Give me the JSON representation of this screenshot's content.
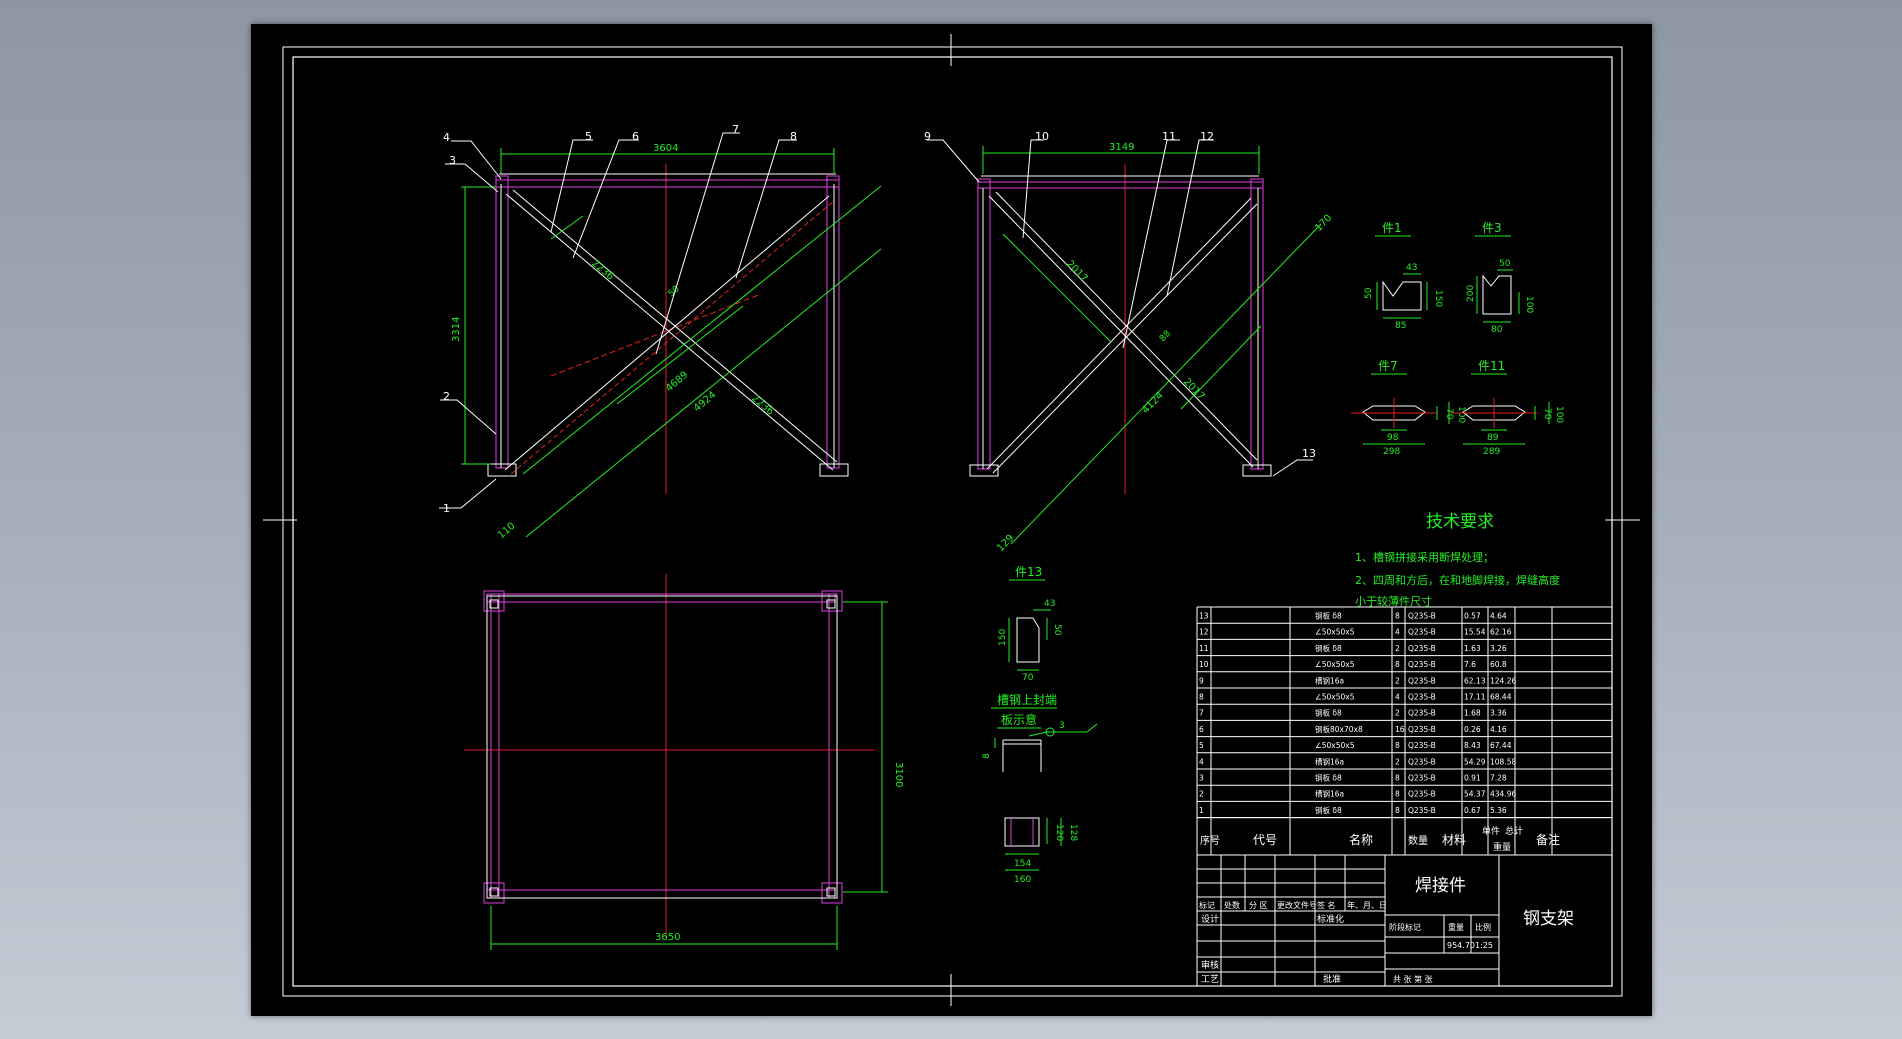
{
  "colors": {
    "background": "#000000",
    "frame": "#ffffff",
    "dimension": "#22ee22",
    "centerline": "#e02020",
    "member": "#e040e0",
    "text": "#ffffff",
    "sheet_bg": "#a8b1bd"
  },
  "front_view": {
    "balloons": [
      "1",
      "2",
      "3",
      "4",
      "5",
      "6",
      "7",
      "8"
    ],
    "dims": {
      "width": "3604",
      "height": "3314",
      "diag_total": "4924",
      "diag_inner": "4689",
      "half_a": "2236",
      "half_b": "2236",
      "end": "110",
      "small": "50"
    }
  },
  "side_view": {
    "balloons": [
      "9",
      "10",
      "11",
      "12",
      "13"
    ],
    "dims": {
      "width": "3149",
      "diag_total": "4124",
      "half_a": "2017",
      "half_b": "2017",
      "end_a": "170",
      "end_b": "129",
      "small": "88"
    }
  },
  "plan_view": {
    "dims": {
      "width": "3650",
      "height": "3100"
    }
  },
  "details": {
    "part1": {
      "title": "件1",
      "dims": [
        "43",
        "50",
        "150",
        "85"
      ]
    },
    "part3": {
      "title": "件3",
      "dims": [
        "50",
        "200",
        "100",
        "80"
      ]
    },
    "part7": {
      "title": "件7",
      "dims": [
        "70",
        "100",
        "98",
        "298"
      ]
    },
    "part11": {
      "title": "件11",
      "dims": [
        "70",
        "100",
        "89",
        "289"
      ]
    },
    "part13": {
      "title": "件13",
      "dims": [
        "43",
        "150",
        "50",
        "70"
      ]
    },
    "cap_plate": {
      "title_line1": "槽钢上封端",
      "title_line2": "板示意",
      "weld": "3",
      "thickness": "8"
    },
    "section": {
      "dims": [
        "120",
        "128",
        "154",
        "160"
      ]
    }
  },
  "tech_req": {
    "title": "技术要求",
    "items": [
      "1、槽钢拼接采用断焊处理；",
      "2、四周和方后，在和地脚焊接，焊缝高度",
      "小于较薄件尺寸"
    ]
  },
  "bom": {
    "header": {
      "no": "序号",
      "code": "代号",
      "name": "名称",
      "qty": "数量",
      "material": "材料",
      "unit_wt_1": "单件",
      "total_wt": "总计",
      "weight": "重量",
      "note": "备注"
    },
    "rows": [
      {
        "no": "13",
        "name": "钢板 δ8",
        "qty": "8",
        "material": "Q235-B",
        "unit": "0.57",
        "total": "4.64"
      },
      {
        "no": "12",
        "name": "∠50x50x5",
        "qty": "4",
        "material": "Q235-B",
        "unit": "15.54",
        "total": "62.16"
      },
      {
        "no": "11",
        "name": "钢板 δ8",
        "qty": "2",
        "material": "Q235-B",
        "unit": "1.63",
        "total": "3.26"
      },
      {
        "no": "10",
        "name": "∠50x50x5",
        "qty": "8",
        "material": "Q235-B",
        "unit": "7.6",
        "total": "60.8"
      },
      {
        "no": "9",
        "name": "槽钢16a",
        "qty": "2",
        "material": "Q235-B",
        "unit": "62.13",
        "total": "124.26"
      },
      {
        "no": "8",
        "name": "∠50x50x5",
        "qty": "4",
        "material": "Q235-B",
        "unit": "17.11",
        "total": "68.44"
      },
      {
        "no": "7",
        "name": "钢板 δ8",
        "qty": "2",
        "material": "Q235-B",
        "unit": "1.68",
        "total": "3.36"
      },
      {
        "no": "6",
        "name": "钢板80x70x8",
        "qty": "16",
        "material": "Q235-B",
        "unit": "0.26",
        "total": "4.16"
      },
      {
        "no": "5",
        "name": "∠50x50x5",
        "qty": "8",
        "material": "Q235-B",
        "unit": "8.43",
        "total": "67.44"
      },
      {
        "no": "4",
        "name": "槽钢16a",
        "qty": "2",
        "material": "Q235-B",
        "unit": "54.29",
        "total": "108.58"
      },
      {
        "no": "3",
        "name": "钢板 δ8",
        "qty": "8",
        "material": "Q235-B",
        "unit": "0.91",
        "total": "7.28"
      },
      {
        "no": "2",
        "name": "槽钢16a",
        "qty": "8",
        "material": "Q235-B",
        "unit": "54.37",
        "total": "434.96"
      },
      {
        "no": "1",
        "name": "钢板 δ8",
        "qty": "8",
        "material": "Q235-B",
        "unit": "0.67",
        "total": "5.36"
      }
    ]
  },
  "title_block": {
    "part_type": "焊接件",
    "drawing_name": "钢支架",
    "rev_labels": [
      "标记",
      "处数",
      "分 区",
      "更改文件号",
      "签 名",
      "年、月、日"
    ],
    "design": "设计",
    "standardize": "标准化",
    "review": "审核",
    "process": "工艺",
    "approve": "批准",
    "stage_mark": "阶段标记",
    "weight_label": "重量",
    "scale_label": "比例",
    "weight": "954.70",
    "scale": "1:25",
    "sheets": "共  张  第  张"
  }
}
